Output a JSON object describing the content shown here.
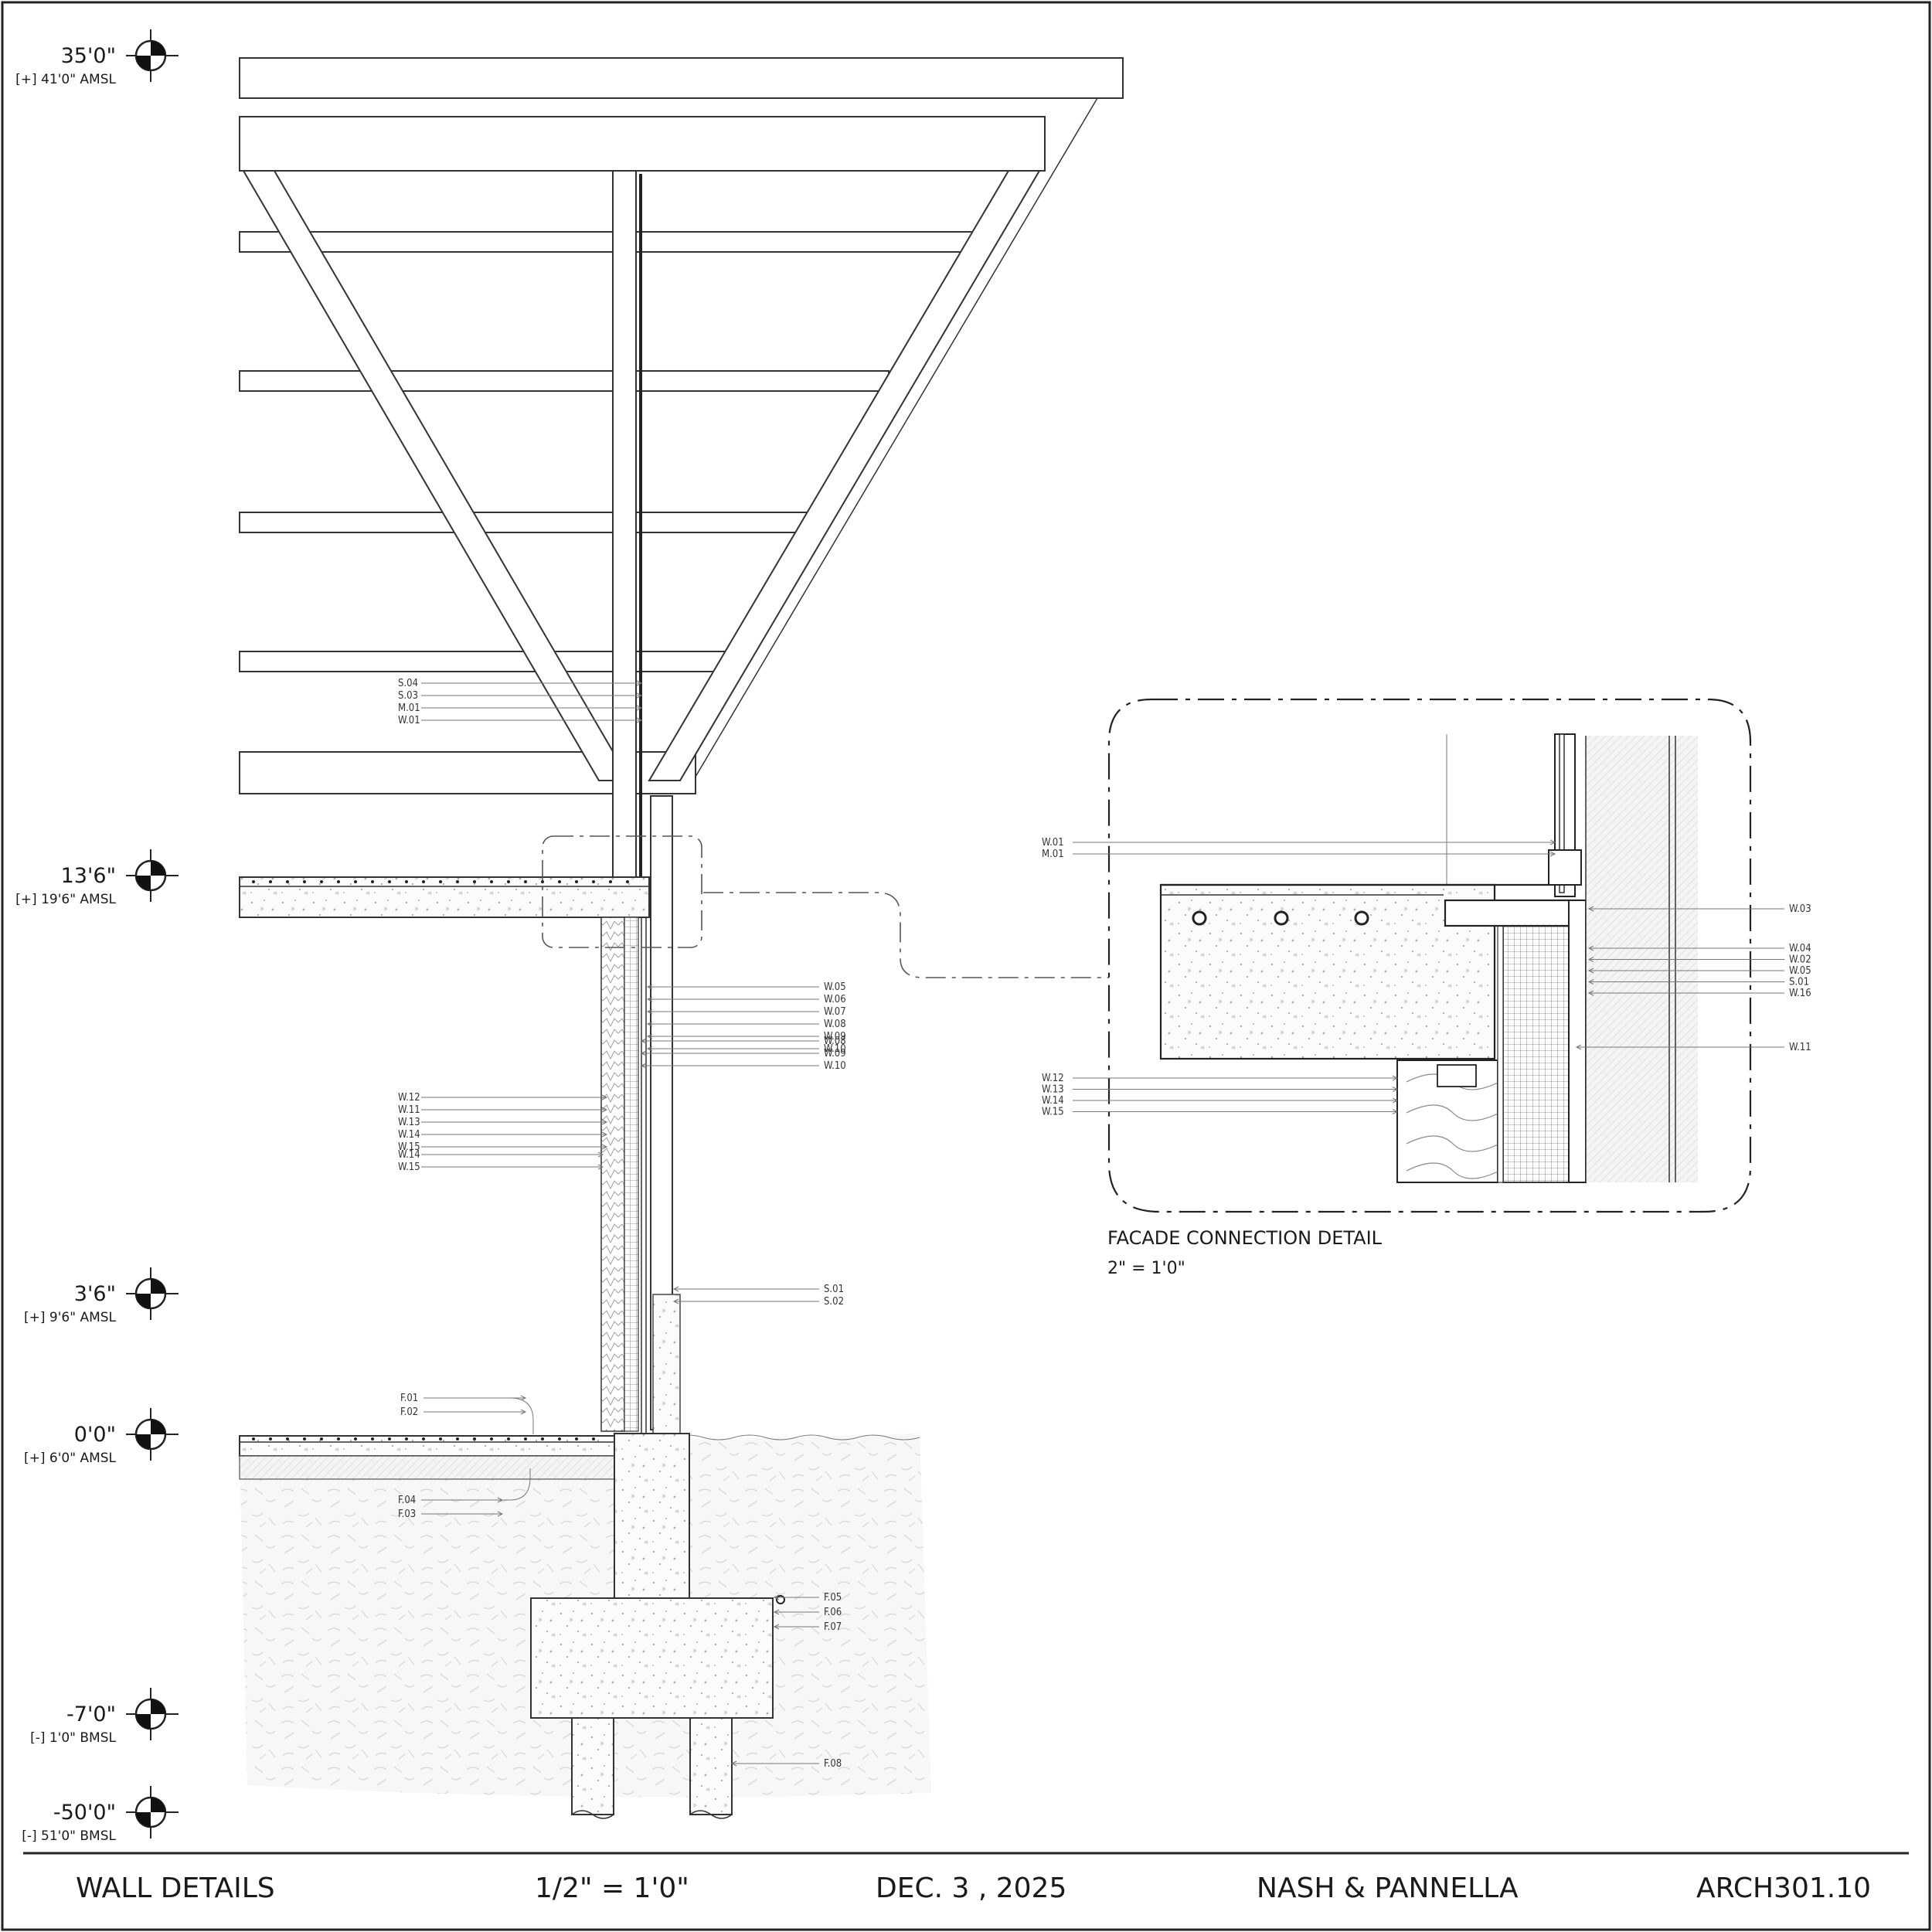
{
  "title_block": {
    "title": "WALL DETAILS",
    "scale": "1/2\" = 1'0\"",
    "date": "DEC. 3 , 2025",
    "authors": "NASH & PANNELLA",
    "sheet_number": "ARCH301.10"
  },
  "levels": [
    {
      "elevation": "35'0\"",
      "datum": "[+] 41'0\" AMSL"
    },
    {
      "elevation": "13'6\"",
      "datum": "[+] 19'6\" AMSL"
    },
    {
      "elevation": "3'6\"",
      "datum": "[+] 9'6\" AMSL"
    },
    {
      "elevation": "0'0\"",
      "datum": "[+] 6'0\" AMSL"
    },
    {
      "elevation": "-7'0\"",
      "datum": "[-] 1'0\" BMSL"
    },
    {
      "elevation": "-50'0\"",
      "datum": "[-] 51'0\" BMSL"
    }
  ],
  "detail": {
    "caption": "FACADE CONNECTION DETAIL",
    "scale": "2\" = 1'0\""
  },
  "section_tags": {
    "roof": [
      "S.04",
      "S.03",
      "M.01",
      "W.01"
    ],
    "wall_right": [
      "W.05",
      "W.06",
      "W.07",
      "W.08",
      "W.09",
      "W.10"
    ],
    "wall_left": [
      "W.12",
      "W.11",
      "W.13",
      "W.14",
      "W.15"
    ],
    "structure": [
      "S.01",
      "S.02"
    ],
    "slab": [
      "F.01",
      "F.02"
    ],
    "subgrade": [
      "F.04",
      "F.03"
    ],
    "footing": [
      "F.05",
      "F.06",
      "F.07"
    ],
    "pile": [
      "F.08"
    ]
  },
  "detail_tags": {
    "top_left": [
      "W.01",
      "M.01"
    ],
    "right_top": [
      "W.03"
    ],
    "right_mid": [
      "W.04",
      "W.02",
      "W.05",
      "S.01",
      "W.16"
    ],
    "right_low": [
      "W.11"
    ],
    "left_low": [
      "W.12",
      "W.13",
      "W.14",
      "W.15"
    ]
  }
}
